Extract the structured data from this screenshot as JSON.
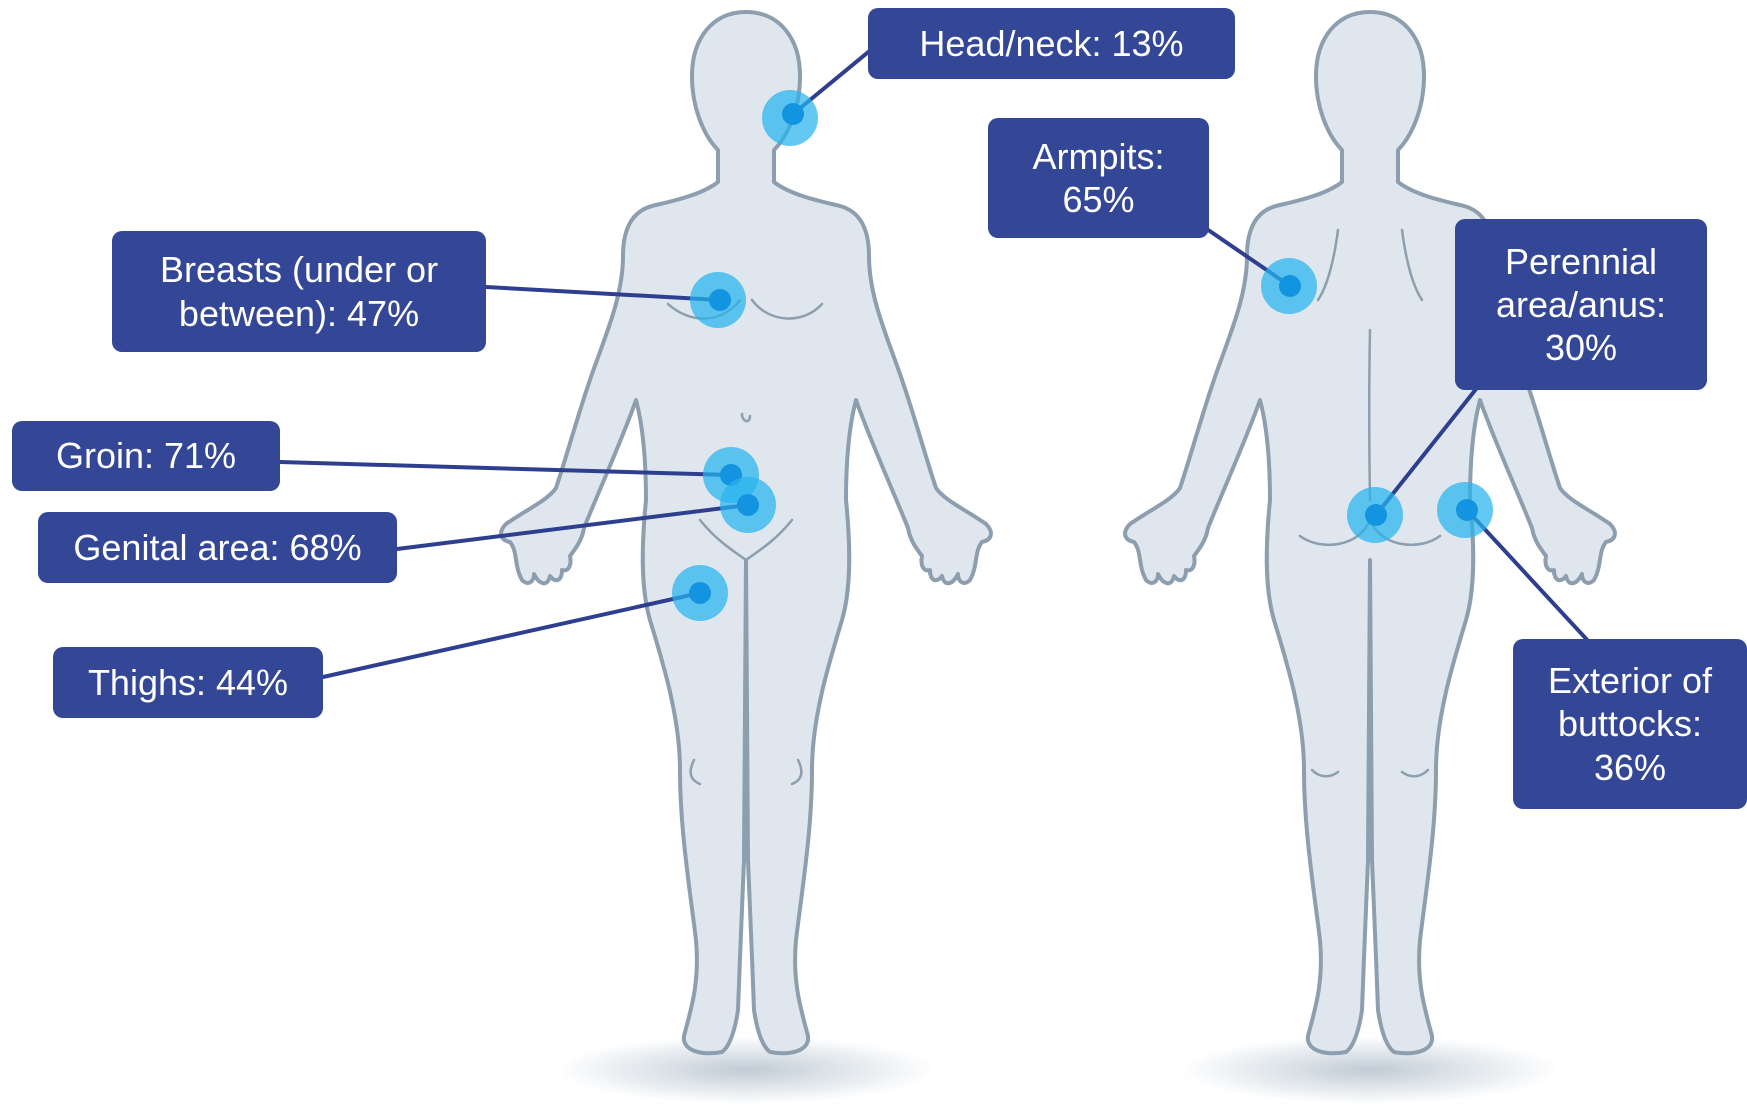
{
  "colors": {
    "label_background": "#344796",
    "label_text": "#ffffff",
    "body_fill": "#dfe6ee",
    "body_outline": "#8d9eae",
    "marker": "#27b4ef",
    "leader_line": "#2e3f8f"
  },
  "figures": [
    "front-view",
    "back-view"
  ],
  "labels": {
    "head_neck": "Head/neck: 13%",
    "armpits": "Armpits:\n65%",
    "breasts": "Breasts  (under or\nbetween): 47%",
    "perineal": "Perennial\narea/anus:\n30%",
    "groin": "Groin: 71%",
    "genital": "Genital area: 68%",
    "thighs": "Thighs: 44%",
    "buttocks": "Exterior of\nbuttocks:\n36%"
  },
  "sites": [
    {
      "name": "Head/neck",
      "percent": 13,
      "view": "front"
    },
    {
      "name": "Armpits",
      "percent": 65,
      "view": "back"
    },
    {
      "name": "Breasts (under or between)",
      "percent": 47,
      "view": "front"
    },
    {
      "name": "Perennial area/anus",
      "percent": 30,
      "view": "back"
    },
    {
      "name": "Groin",
      "percent": 71,
      "view": "front"
    },
    {
      "name": "Genital area",
      "percent": 68,
      "view": "front"
    },
    {
      "name": "Thighs",
      "percent": 44,
      "view": "front"
    },
    {
      "name": "Exterior of buttocks",
      "percent": 36,
      "view": "back"
    }
  ]
}
